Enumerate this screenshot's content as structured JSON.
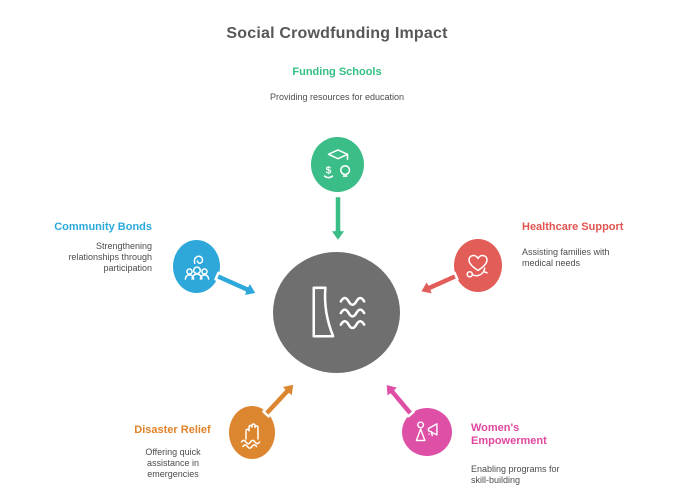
{
  "title": "Social Crowdfunding Impact",
  "center": {
    "icon": "dam-water-icon",
    "color": "#6f6f6f"
  },
  "colors": {
    "green": "#3bbd87",
    "blue": "#2ea8da",
    "red": "#e25c58",
    "orange": "#dd8630",
    "pink": "#de4fa6",
    "hub_gray": "#6f6f6f",
    "title_text": "#565759",
    "desc_text": "#4d4d4d"
  },
  "nodes": [
    {
      "id": "funding-schools",
      "title": "Funding Schools",
      "description": "Providing resources for education",
      "color": "#3bbd87",
      "icon": "graduation-cap-dollar-bulb-icon",
      "position": "top"
    },
    {
      "id": "community-bonds",
      "title": "Community Bonds",
      "description": "Strengthening relationships through participation",
      "color": "#2ea8da",
      "icon": "people-group-icon",
      "position": "left"
    },
    {
      "id": "healthcare-support",
      "title": "Healthcare Support",
      "description": "Assisting families with medical needs",
      "color": "#e25c58",
      "icon": "heart-stethoscope-icon",
      "position": "right"
    },
    {
      "id": "disaster-relief",
      "title": "Disaster Relief",
      "description": "Offering quick assistance in emergencies",
      "color": "#dd8630",
      "icon": "hand-flood-icon",
      "position": "bottom-left"
    },
    {
      "id": "womens-empowerment",
      "title": "Women's Empowerment",
      "description": "Enabling programs for skill-building",
      "color": "#de4fa6",
      "icon": "woman-megaphone-icon",
      "position": "bottom-right"
    }
  ]
}
